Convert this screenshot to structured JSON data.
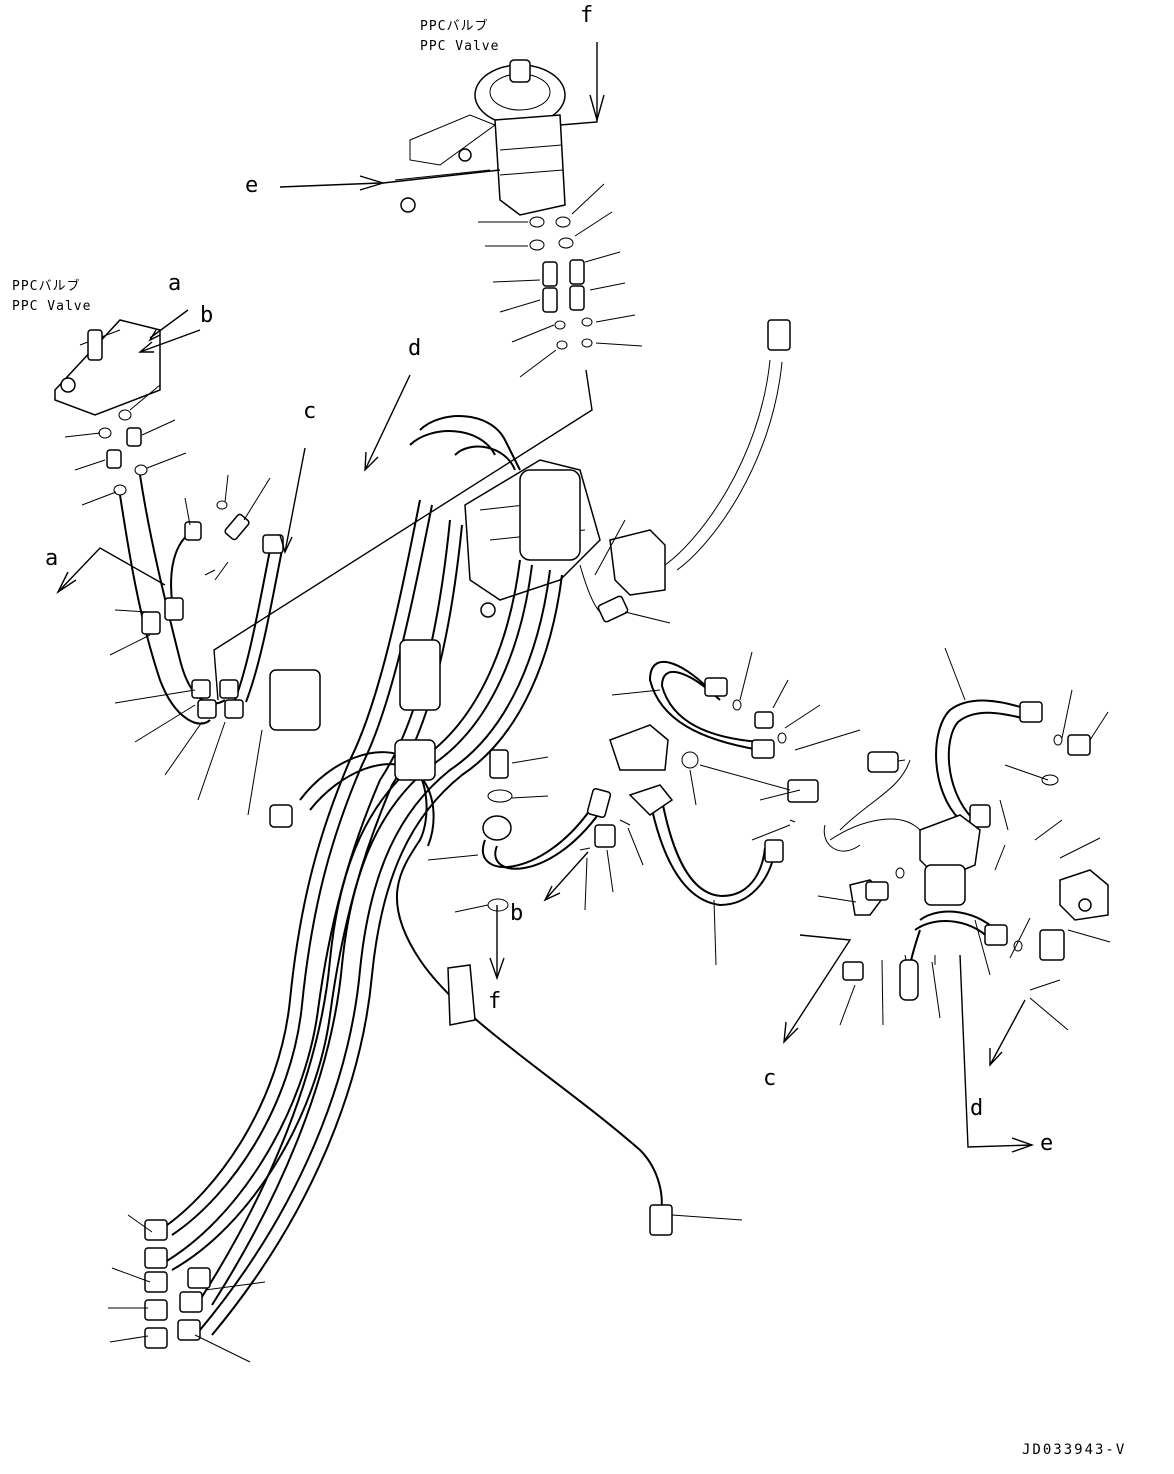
{
  "diagram": {
    "ppc_valve_top": {
      "jp": "PPCバルブ",
      "en": "PPC Valve"
    },
    "ppc_valve_left": {
      "jp": "PPCバルブ",
      "en": "PPC Valve"
    },
    "labels": {
      "a_top": "a",
      "b_top": "b",
      "a_left": "a",
      "c_top": "c",
      "d_top": "d",
      "e_top": "e",
      "f_top": "f",
      "b_center": "b",
      "f_center": "f",
      "c_bottom": "c",
      "d_bottom": "d",
      "e_bottom": "e"
    },
    "drawing_code": "JD033943-V"
  }
}
